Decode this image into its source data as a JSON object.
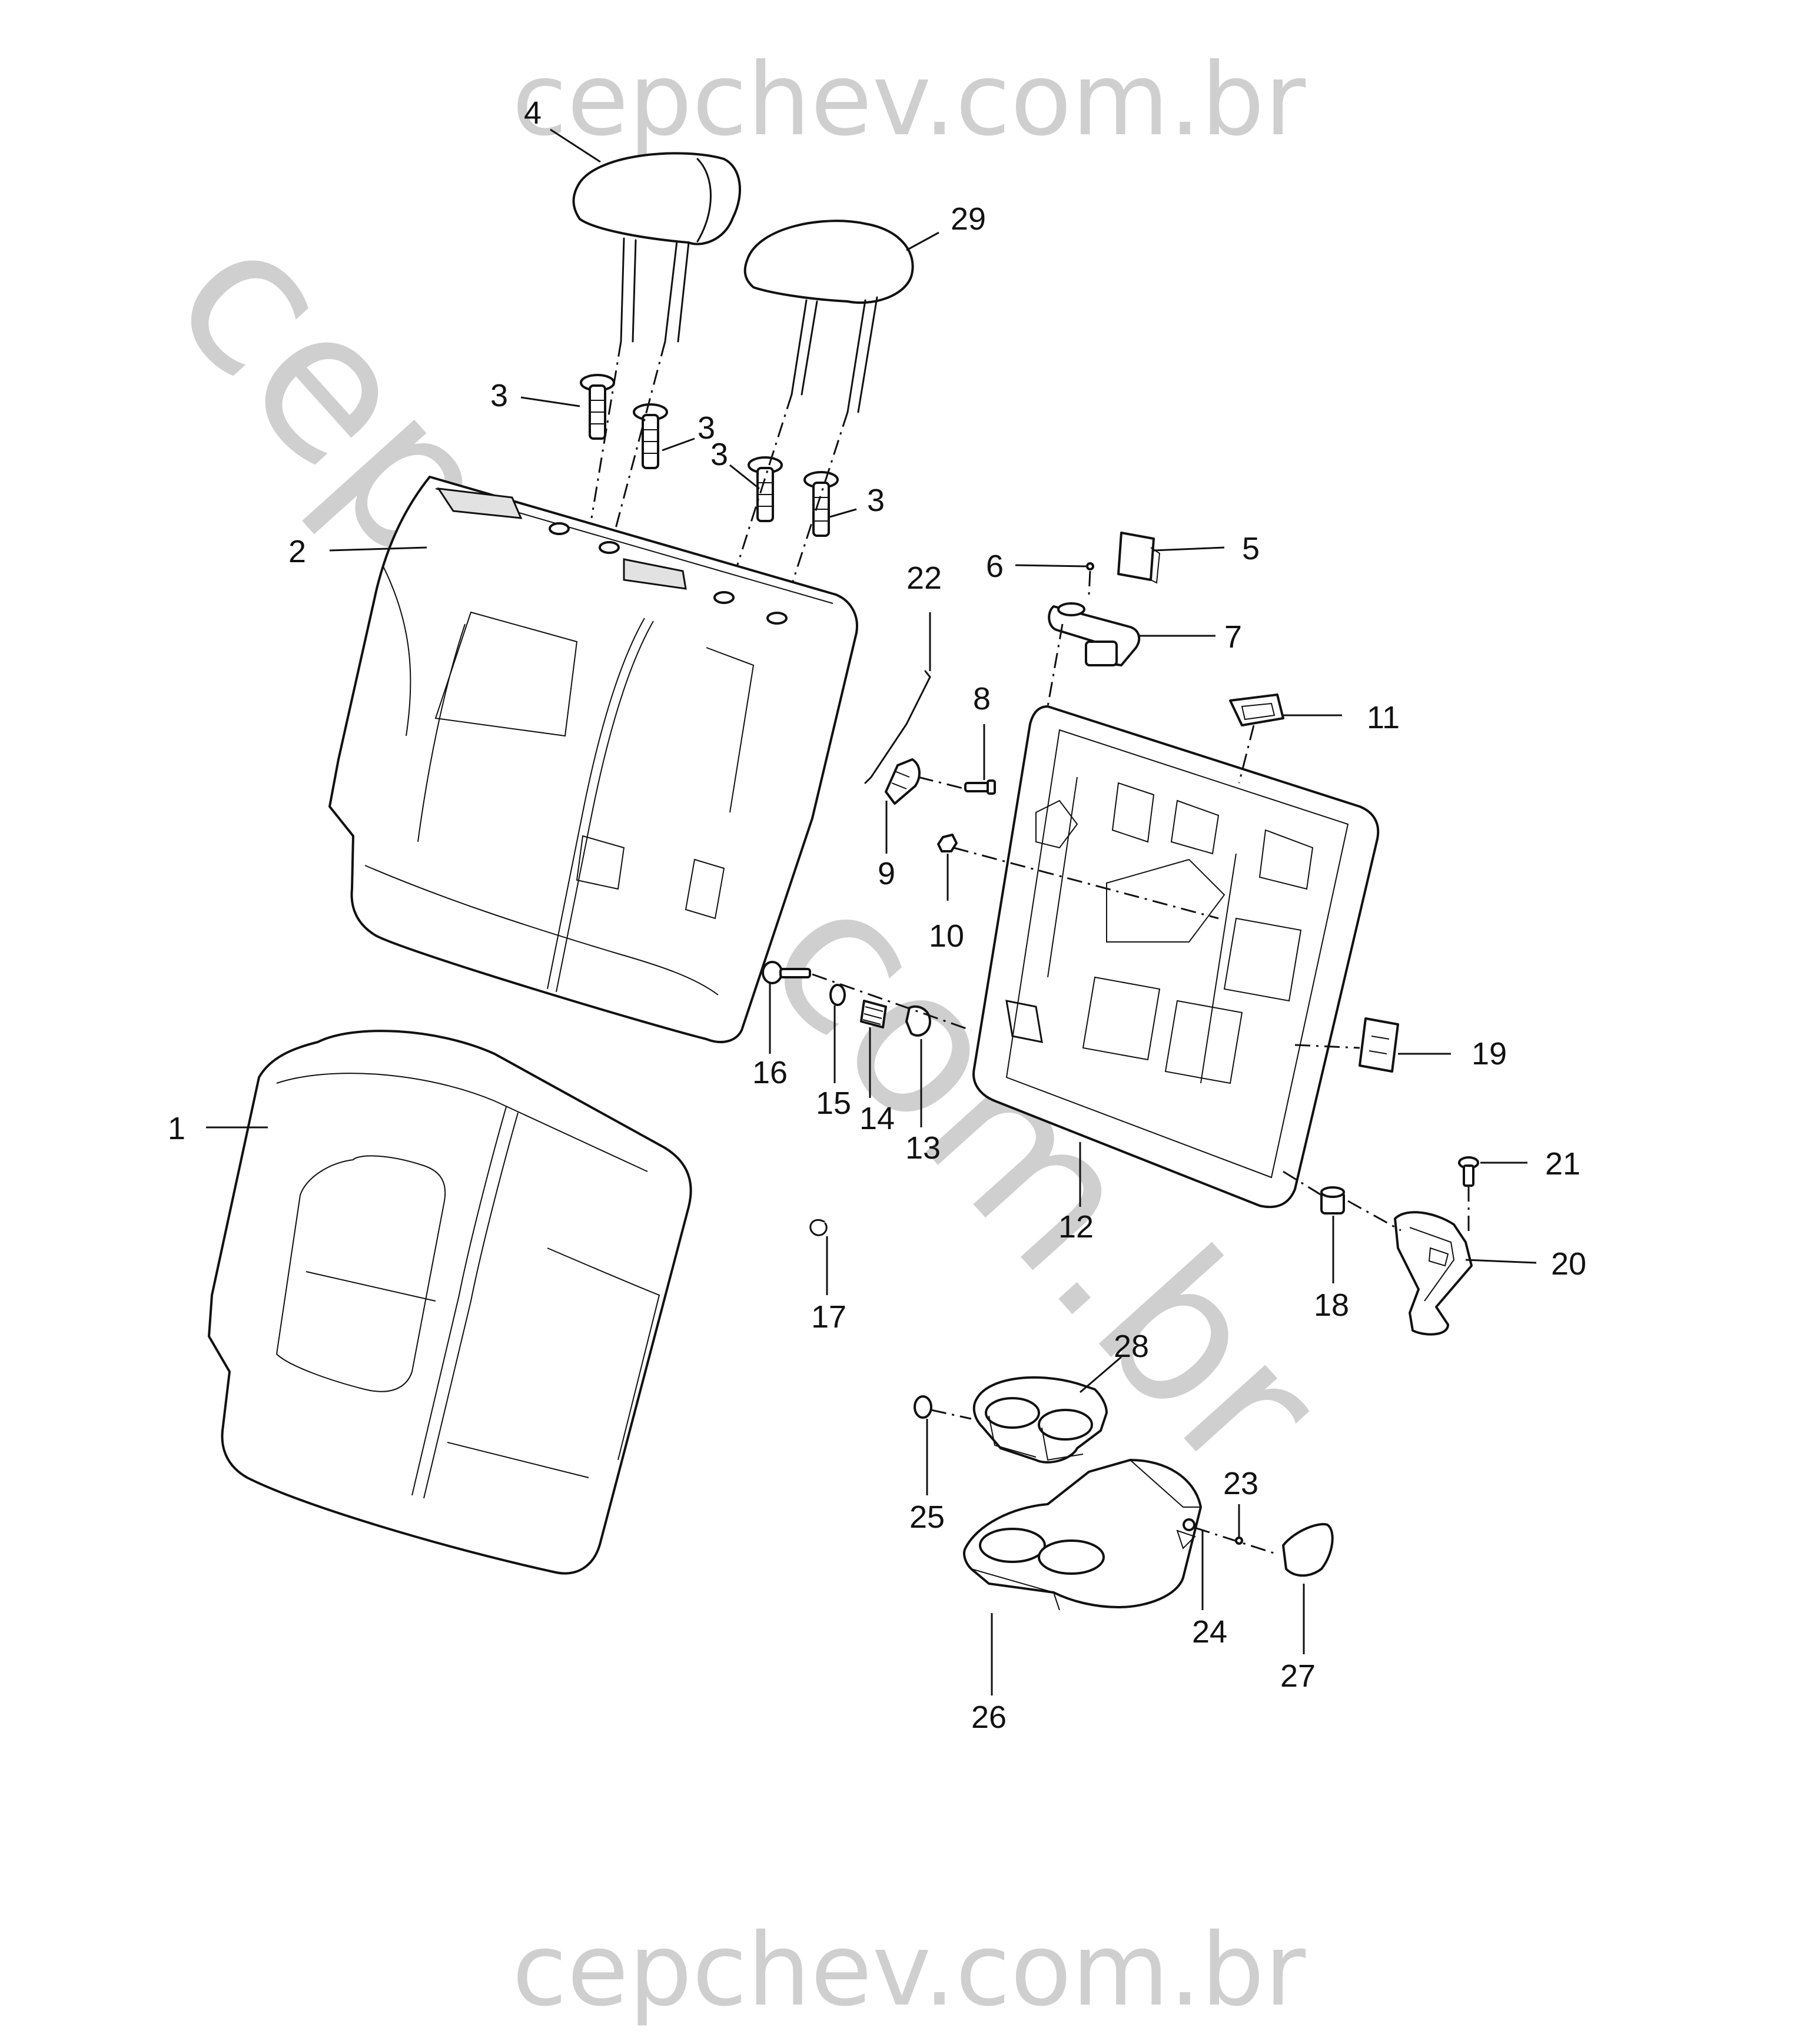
{
  "watermark": {
    "top": "cepchev.com.br",
    "diagonal": "cepchev.com.br",
    "bottom": "cepchev.com.br",
    "color": "#cfcfcf"
  },
  "callouts": {
    "c1": "1",
    "c2": "2",
    "c3a": "3",
    "c3b": "3",
    "c3c": "3",
    "c3d": "3",
    "c4": "4",
    "c5": "5",
    "c6": "6",
    "c7": "7",
    "c8": "8",
    "c9": "9",
    "c10": "10",
    "c11": "11",
    "c12": "12",
    "c13": "13",
    "c14": "14",
    "c15": "15",
    "c16": "16",
    "c17": "17",
    "c18": "18",
    "c19": "19",
    "c20": "20",
    "c21": "21",
    "c22": "22",
    "c23": "23",
    "c24": "24",
    "c25": "25",
    "c26": "26",
    "c27": "27",
    "c28": "28",
    "c29": "29"
  }
}
